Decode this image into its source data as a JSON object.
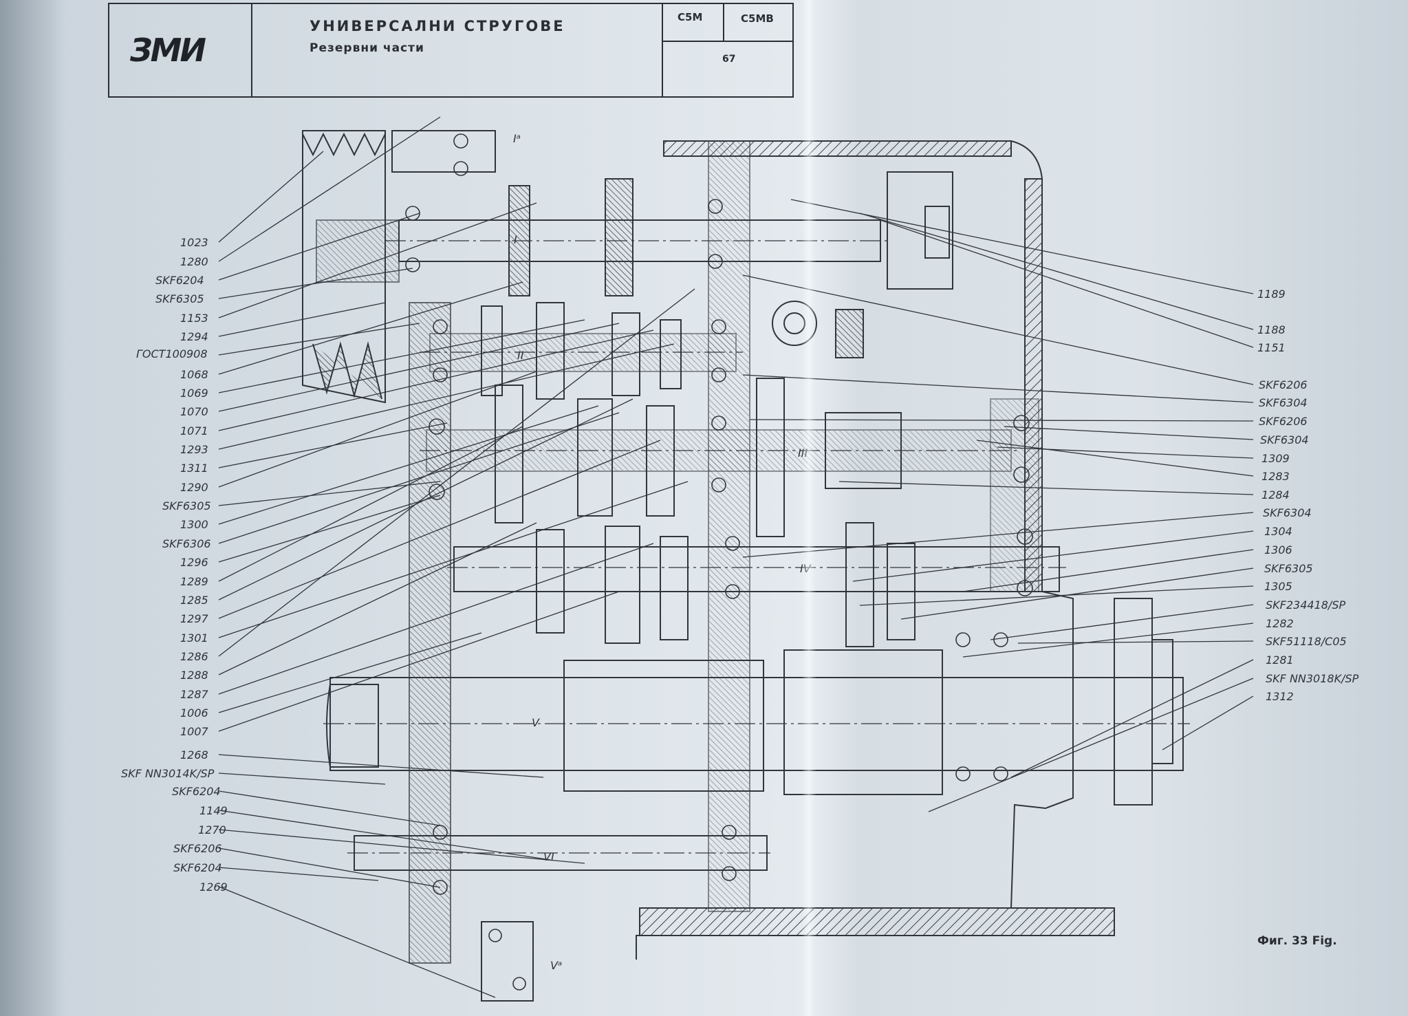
{
  "header": {
    "logo_text": "ЗМИ",
    "title": "УНИВЕРСАЛНИ СТРУГОВЕ",
    "subtitle": "Резервни части",
    "model_1": "C5M",
    "model_2": "C5MB",
    "page_number": "67"
  },
  "figure_label": "Фиг. 33  Fig.",
  "shaft_labels": [
    "Iᵃ",
    "I",
    "II",
    "III",
    "IV",
    "V",
    "VI",
    "Vᵃ"
  ],
  "left_callouts": [
    "1023",
    "1280",
    "SKF6204",
    "SKF6305",
    "1153",
    "1294",
    "ГОСТ100908",
    "1068",
    "1069",
    "1070",
    "1071",
    "1293",
    "1311",
    "1290",
    "SKF6305",
    "1300",
    "SKF6306",
    "1296",
    "1289",
    "1285",
    "1297",
    "1301",
    "1286",
    "1288",
    "1287",
    "1006",
    "1007",
    "1268",
    "SKF NN3014K/SP",
    "SKF6204",
    "1149",
    "1270",
    "SKF6206",
    "SKF6204",
    "1269"
  ],
  "right_callouts": [
    "1189",
    "1188",
    "1151",
    "SKF6206",
    "SKF6304",
    "SKF6206",
    "SKF6304",
    "1309",
    "1283",
    "1284",
    "SKF6304",
    "1304",
    "1306",
    "SKF6305",
    "1305",
    "SKF234418/SP",
    "1282",
    "SKF51118/C05",
    "1281",
    "SKF NN3018K/SP",
    "1312"
  ]
}
